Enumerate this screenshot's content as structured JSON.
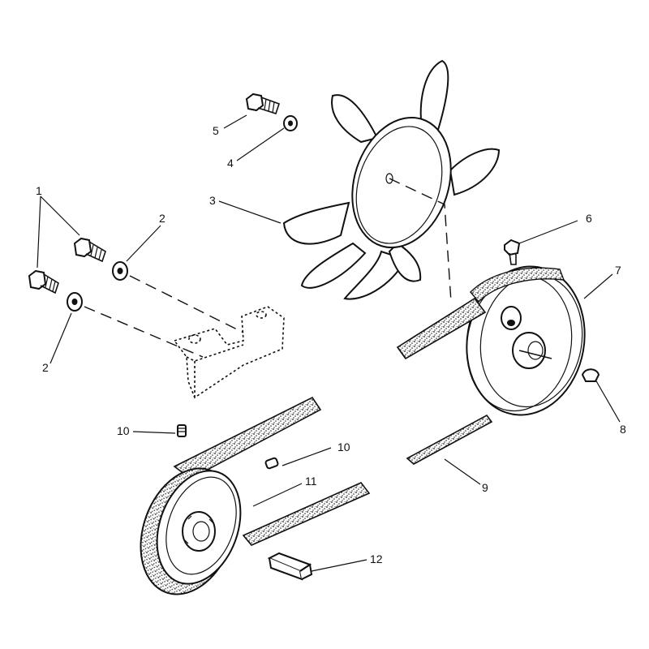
{
  "callouts": {
    "c1": "1",
    "c2a": "2",
    "c2b": "2",
    "c3": "3",
    "c4": "4",
    "c5": "5",
    "c6": "6",
    "c7": "7",
    "c8": "8",
    "c9": "9",
    "c10a": "10",
    "c10b": "10",
    "c11": "11",
    "c12": "12"
  }
}
